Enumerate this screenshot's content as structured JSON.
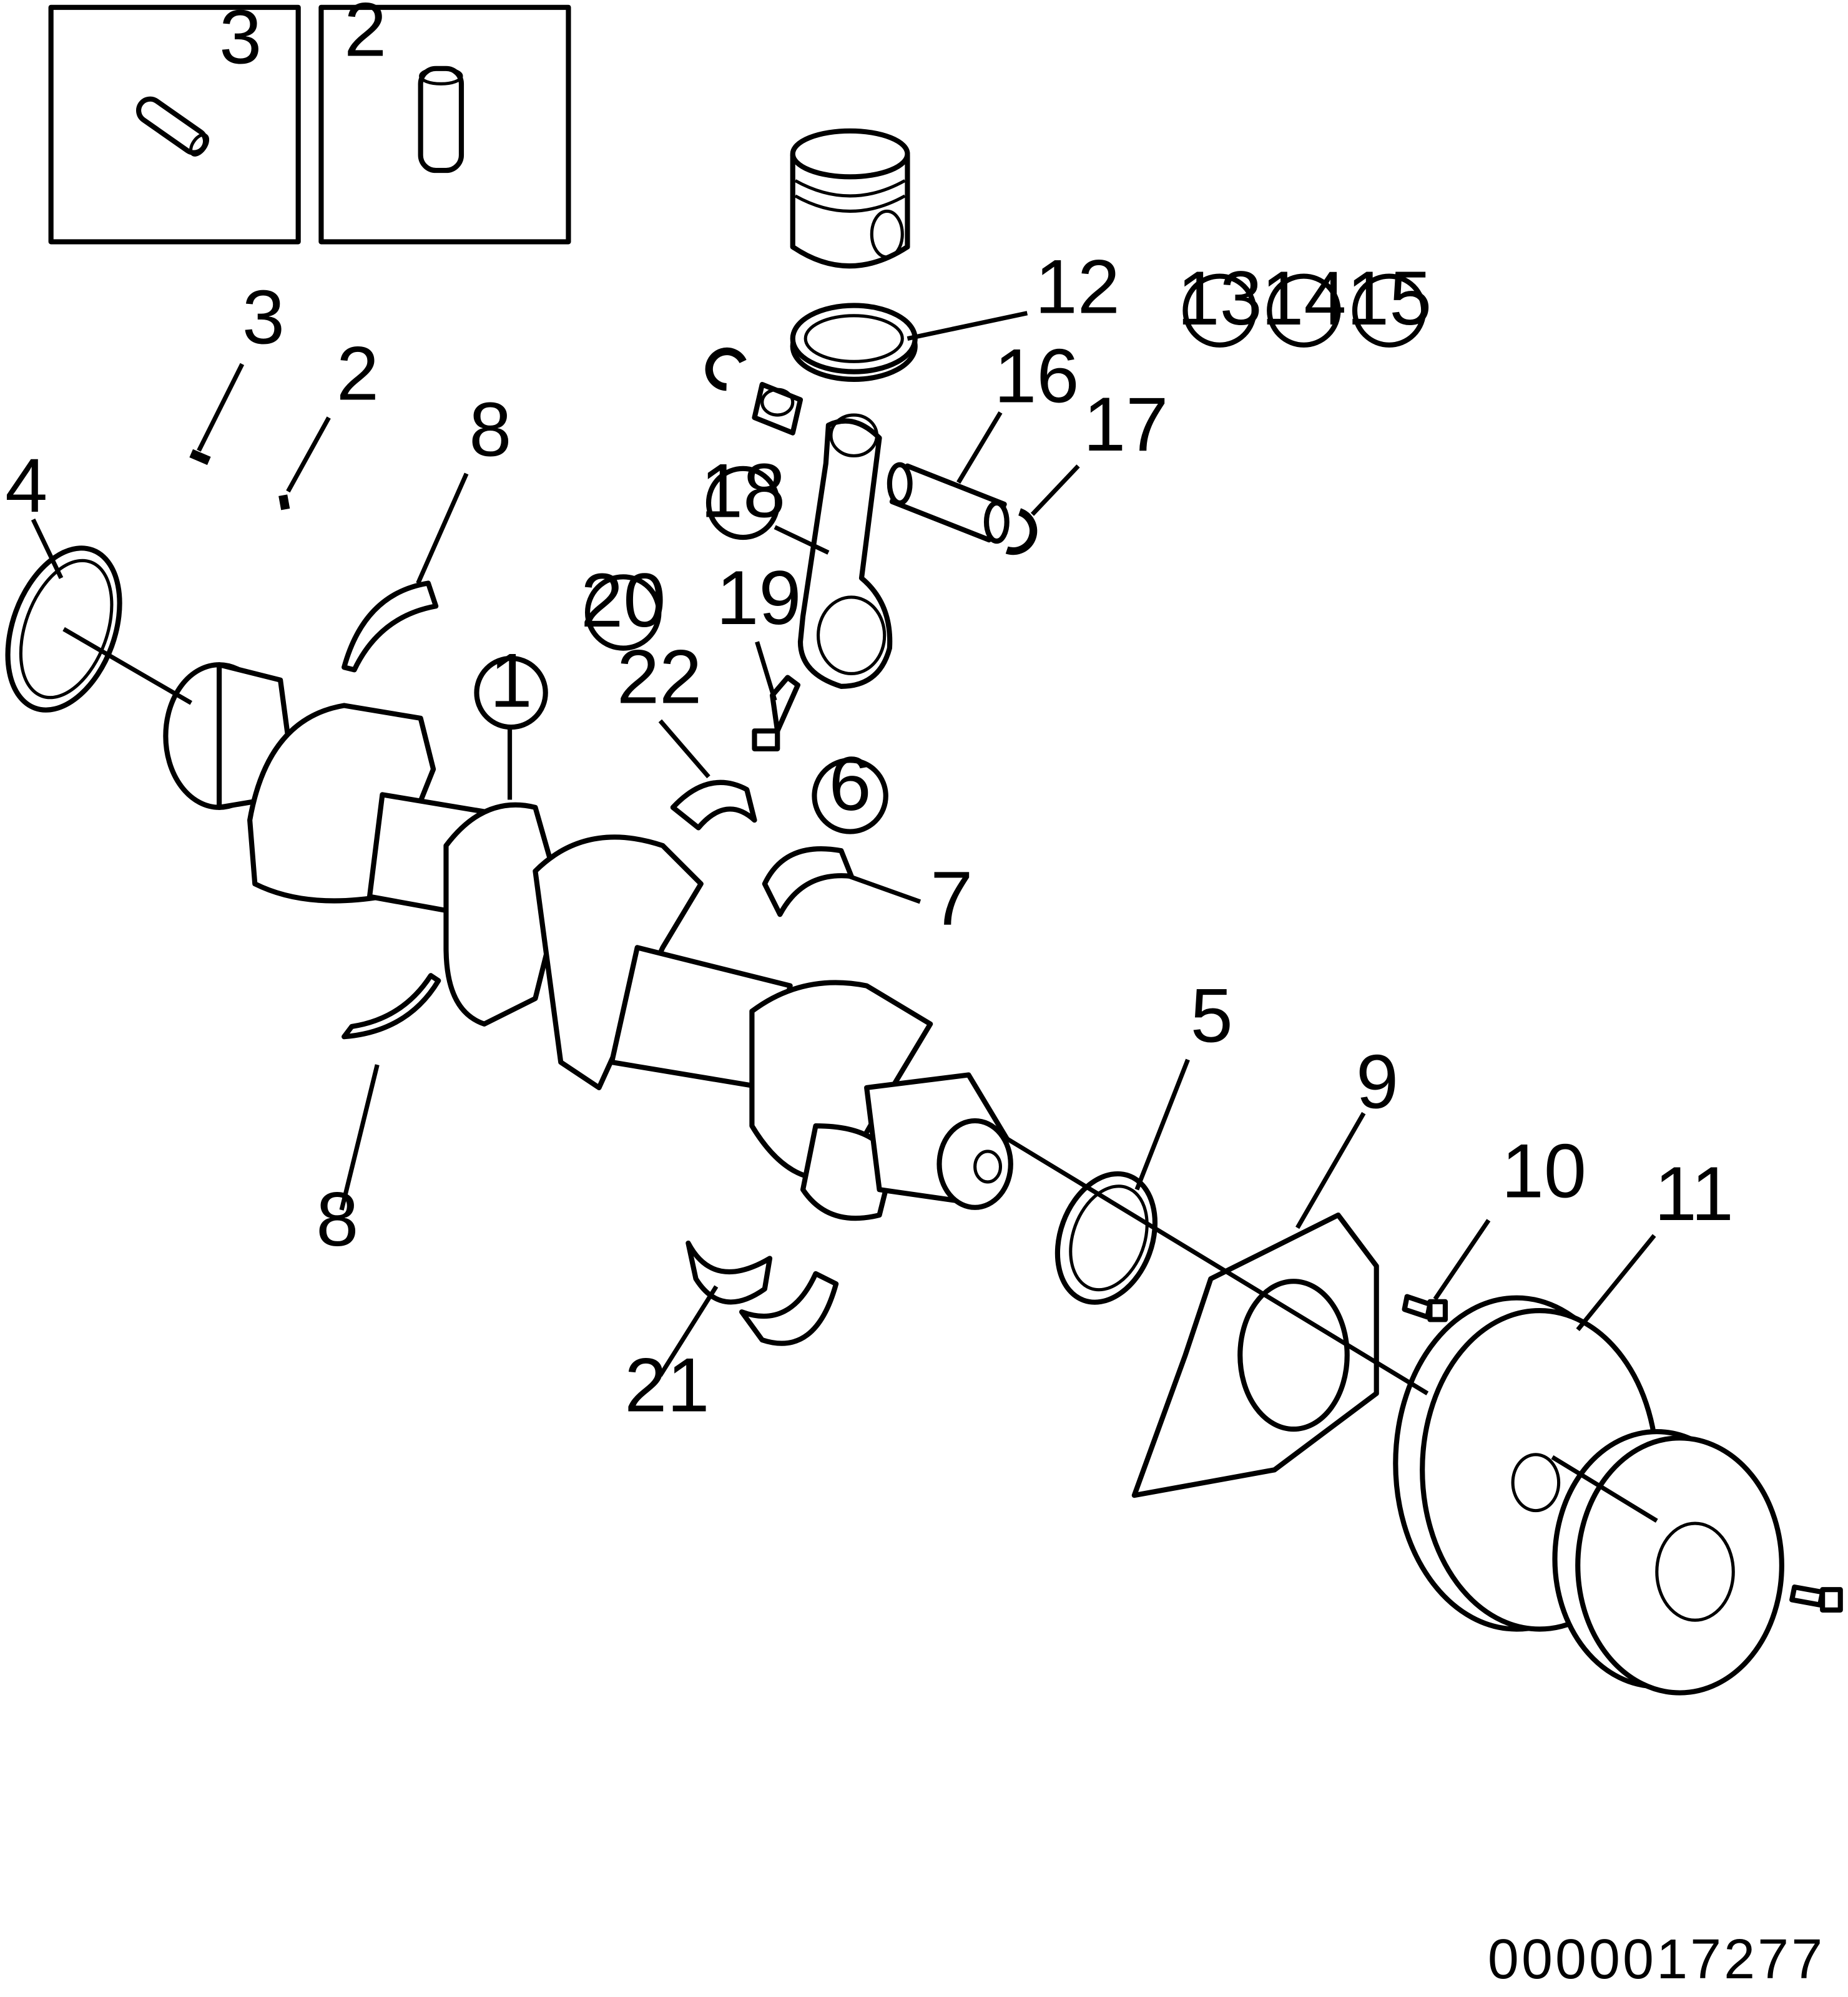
{
  "diagram": {
    "doc_id": "0000017277",
    "inset_labels": {
      "left": "3",
      "right": "2"
    },
    "callouts": {
      "c1": "1",
      "c2": "2",
      "c3": "3",
      "c4": "4",
      "c5": "5",
      "c6": "6",
      "c7": "7",
      "c8_top": "8",
      "c8_bottom": "8",
      "c9": "9",
      "c10": "10",
      "c11": "11",
      "c12": "12",
      "c13": "13",
      "c14": "14",
      "c15": "15",
      "c16": "16",
      "c17": "17",
      "c18": "18",
      "c19": "19",
      "c20": "20",
      "c21": "21",
      "c22": "22"
    }
  }
}
